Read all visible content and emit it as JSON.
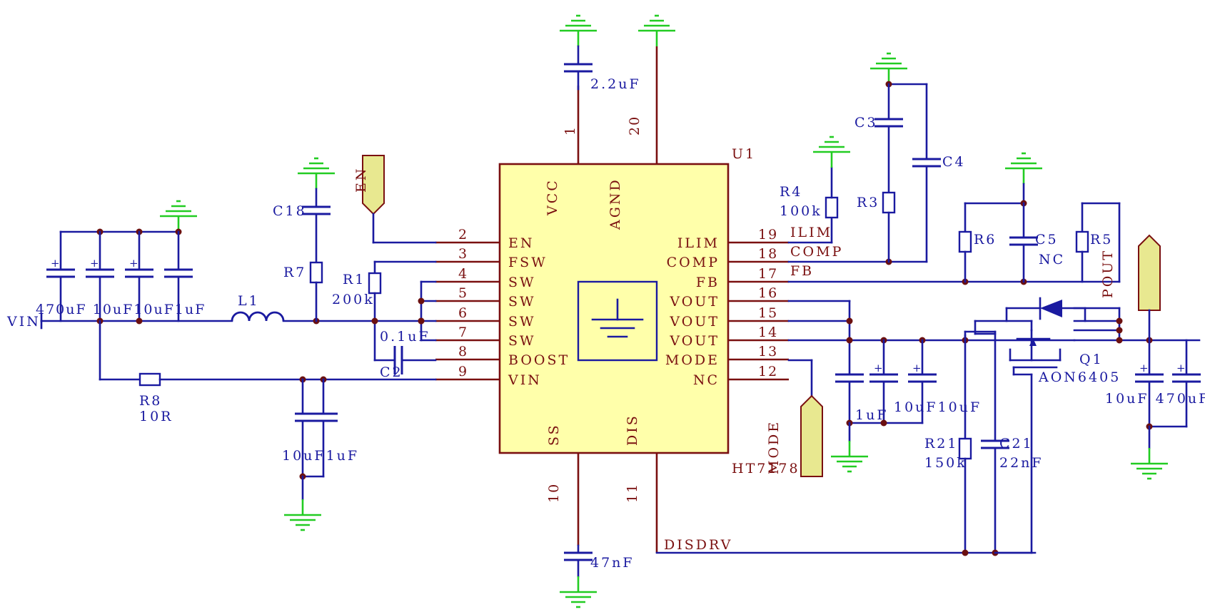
{
  "schematic": {
    "chip": {
      "refdes": "U1",
      "part": "HT7178",
      "top_names": [
        "VCC",
        "AGND"
      ],
      "bottom_names": [
        "SS",
        "DIS"
      ],
      "top_numbers": [
        "1",
        "20"
      ],
      "bottom_numbers": [
        "10",
        "11"
      ],
      "left_pins": [
        {
          "num": "2",
          "name": "EN"
        },
        {
          "num": "3",
          "name": "FSW"
        },
        {
          "num": "4",
          "name": "SW"
        },
        {
          "num": "5",
          "name": "SW"
        },
        {
          "num": "6",
          "name": "SW"
        },
        {
          "num": "7",
          "name": "SW"
        },
        {
          "num": "8",
          "name": "BOOST"
        },
        {
          "num": "9",
          "name": "VIN"
        }
      ],
      "right_pins": [
        {
          "num": "19",
          "name": "ILIM"
        },
        {
          "num": "18",
          "name": "COMP"
        },
        {
          "num": "17",
          "name": "FB"
        },
        {
          "num": "16",
          "name": "VOUT"
        },
        {
          "num": "15",
          "name": "VOUT"
        },
        {
          "num": "14",
          "name": "VOUT"
        },
        {
          "num": "13",
          "name": "MODE"
        },
        {
          "num": "12",
          "name": "NC"
        }
      ]
    },
    "net_labels": {
      "ilim": "ILIM",
      "comp": "COMP",
      "fb": "FB",
      "disdrv": "DISDRV",
      "vin": "VIN"
    },
    "ports": {
      "en": "EN",
      "mode": "MODE",
      "pout": "POUT"
    },
    "components": {
      "vcc_cap": "2.2uF",
      "ss_cap": "47nF",
      "c18": "C18",
      "r7": "R7",
      "r1": "R1",
      "r1_val": "200k",
      "c2": "C2",
      "c2_val": "0.1uF",
      "l1": "L1",
      "r8": "R8",
      "r8_val": "10R",
      "in_caps": "470uF   10uF10uF1uF",
      "vin_caps": "10uF1uF",
      "r4": "R4",
      "r4_val": "100k",
      "c3": "C3",
      "c4": "C4",
      "r3": "R3",
      "r6": "R6",
      "c5": "C5",
      "c5_val": "NC",
      "r5": "R5",
      "out_caps": "1uF",
      "out_caps2": "10uF10uF",
      "r21": "R21",
      "r21_val": "150k",
      "c21": "C21",
      "c21_val": "22nF",
      "q1": "Q1",
      "q1_val": "AON6405",
      "pout_caps": "10uF 470uF"
    }
  }
}
